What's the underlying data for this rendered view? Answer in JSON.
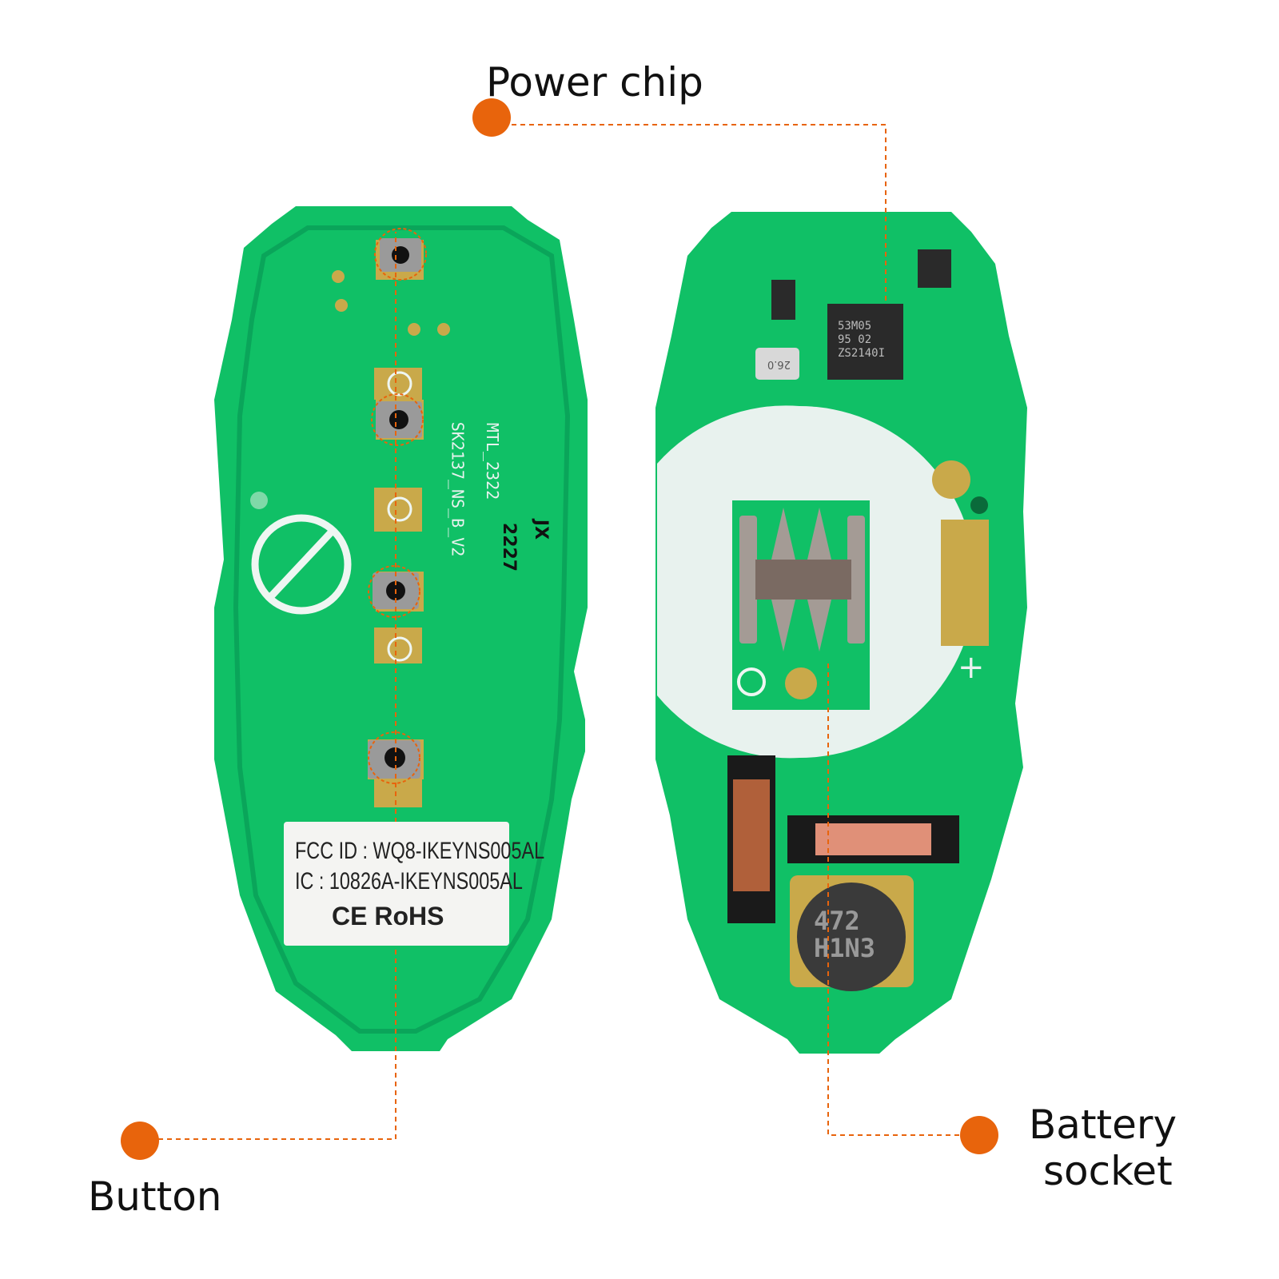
{
  "callouts": {
    "power_chip": "Power chip",
    "button": "Button",
    "battery_socket_line1": "Battery",
    "battery_socket_line2": "socket"
  },
  "colors": {
    "accent": "#e8640c",
    "pcb": "#10c066",
    "silk": "#e8f2ee"
  },
  "left_board": {
    "silk_lines": [
      "MTL_2322",
      "SK2137_NS_B_V2",
      "JX",
      "2227"
    ],
    "label": {
      "fcc": "FCC ID : WQ8-IKEYNS005AL",
      "ic": "IC : 10826A-IKEYNS005AL",
      "marks": "CE  RoHS"
    }
  },
  "right_board": {
    "chip": [
      "53M05",
      "95 02",
      "ZS2140I"
    ],
    "crystal": "26.0",
    "inductor": [
      "472",
      "H1N3"
    ],
    "plus_mark": "+"
  }
}
